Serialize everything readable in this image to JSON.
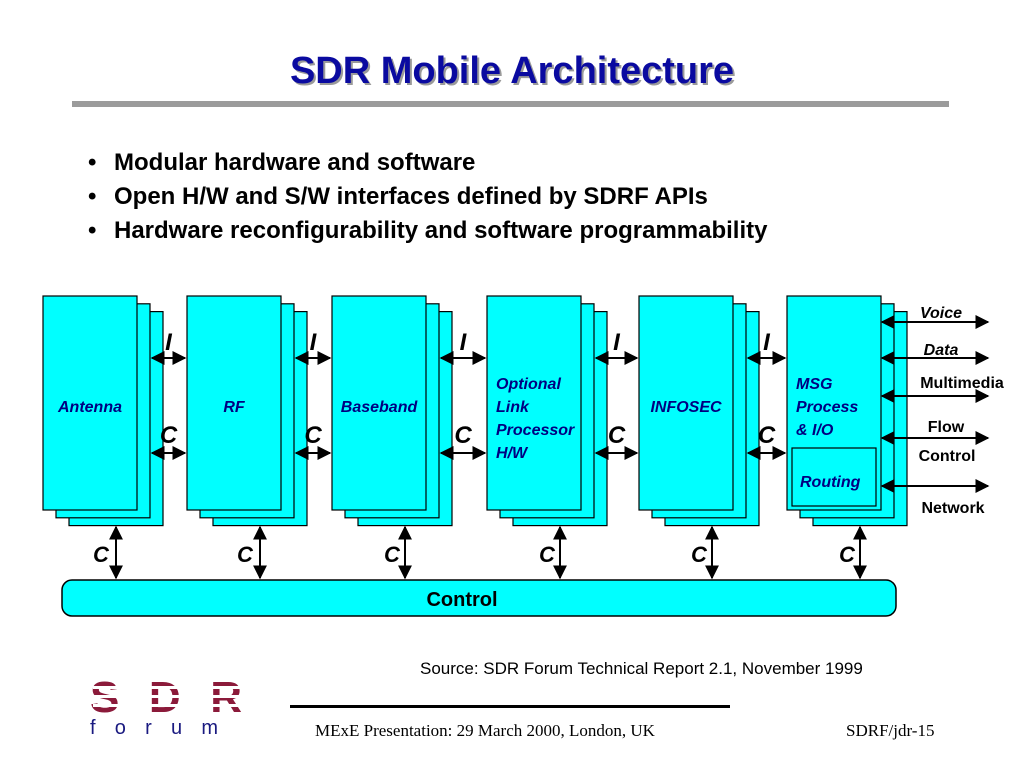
{
  "slide": {
    "title": "SDR Mobile Architecture",
    "bullets": [
      "Modular hardware and software",
      "Open H/W and S/W interfaces defined by SDRF APIs",
      "Hardware reconfigurability and software programmability"
    ]
  },
  "diagram": {
    "modules": [
      {
        "lines": [
          "Antenna"
        ]
      },
      {
        "lines": [
          "RF"
        ]
      },
      {
        "lines": [
          "Baseband"
        ]
      },
      {
        "lines": [
          "Optional",
          "Link",
          "Processor",
          "H/W"
        ]
      },
      {
        "lines": [
          "INFOSEC"
        ]
      },
      {
        "lines": [
          "MSG",
          "Process",
          "& I/O"
        ]
      }
    ],
    "routing_label": "Routing",
    "interface_i_label": "I",
    "interface_c_label": "C",
    "control_bus_label": "Control",
    "control_link_label": "C",
    "outputs": [
      "Voice",
      "Data",
      "Multimedia",
      "Flow",
      "Control",
      "Network"
    ]
  },
  "colors": {
    "title": "#0a0aa0",
    "module_fill": "#00ffff",
    "outline": "#000000",
    "module_text": "#000080"
  },
  "logo": {
    "text_top": "SDR",
    "text_bottom": "forum",
    "color_red": "#8b1a3a",
    "color_blue": "#1a1a80"
  },
  "source": "Source: SDR Forum Technical Report 2.1, November 1999",
  "footer": {
    "left": "MExE Presentation: 29 March 2000, London, UK",
    "right": "SDRF/jdr-15"
  }
}
